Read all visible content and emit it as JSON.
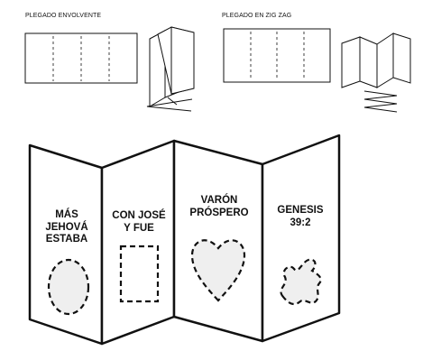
{
  "top": {
    "wrap_fold_label": "PLEGADO ENVOLVENTE",
    "zigzag_fold_label": "PLEGADO EN ZIG ZAG"
  },
  "brochure": {
    "panels": [
      {
        "text": "MÁS\nJEHOVÁ\nESTABA",
        "shape": "oval"
      },
      {
        "text": "CON JOSÉ\nY FUE",
        "shape": "rectangle"
      },
      {
        "text": "VARÓN\nPRÓSPERO",
        "shape": "heart"
      },
      {
        "text": "GENESIS\n39:2",
        "shape": "splat"
      }
    ]
  },
  "colors": {
    "line": "#111111",
    "shape_fill": "#efefef",
    "background": "#ffffff"
  }
}
